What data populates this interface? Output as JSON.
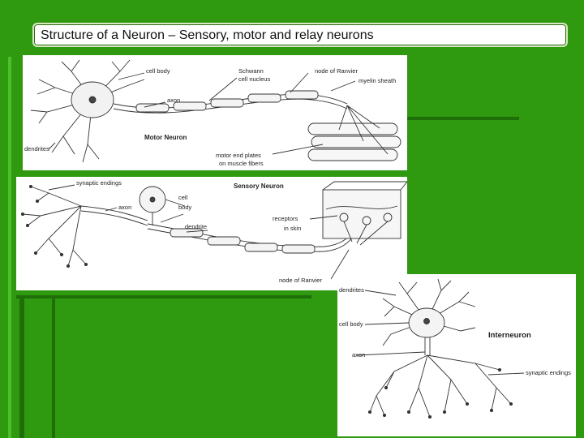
{
  "slide": {
    "title": "Structure of a Neuron – Sensory, motor and relay neurons",
    "colors": {
      "background": "#2f9a10",
      "stripe_light": "#4cc02a",
      "stripe_dark": "#1f6f08"
    }
  },
  "motor": {
    "title": "Motor Neuron",
    "labels": {
      "cell_body": "cell body",
      "schwann_1": "Schwann",
      "schwann_2": "cell nucleus",
      "node": "node of Ranvier",
      "myelin": "myelin sheath",
      "axon": "axon",
      "dendrites": "dendrites",
      "end_1": "motor end plates",
      "end_2": "on muscle fibers"
    }
  },
  "sensory": {
    "title": "Sensory Neuron",
    "labels": {
      "synaptic": "synaptic endings",
      "axon": "axon",
      "cell_1": "cell",
      "cell_2": "body",
      "dendrite": "dendrite",
      "receptors_1": "receptors",
      "receptors_2": "in skin",
      "node": "node of Ranvier"
    }
  },
  "inter": {
    "title": "Interneuron",
    "labels": {
      "dendrites": "dendrites",
      "cell_body": "cell body",
      "axon": "axon",
      "synaptic": "synaptic endings"
    }
  }
}
